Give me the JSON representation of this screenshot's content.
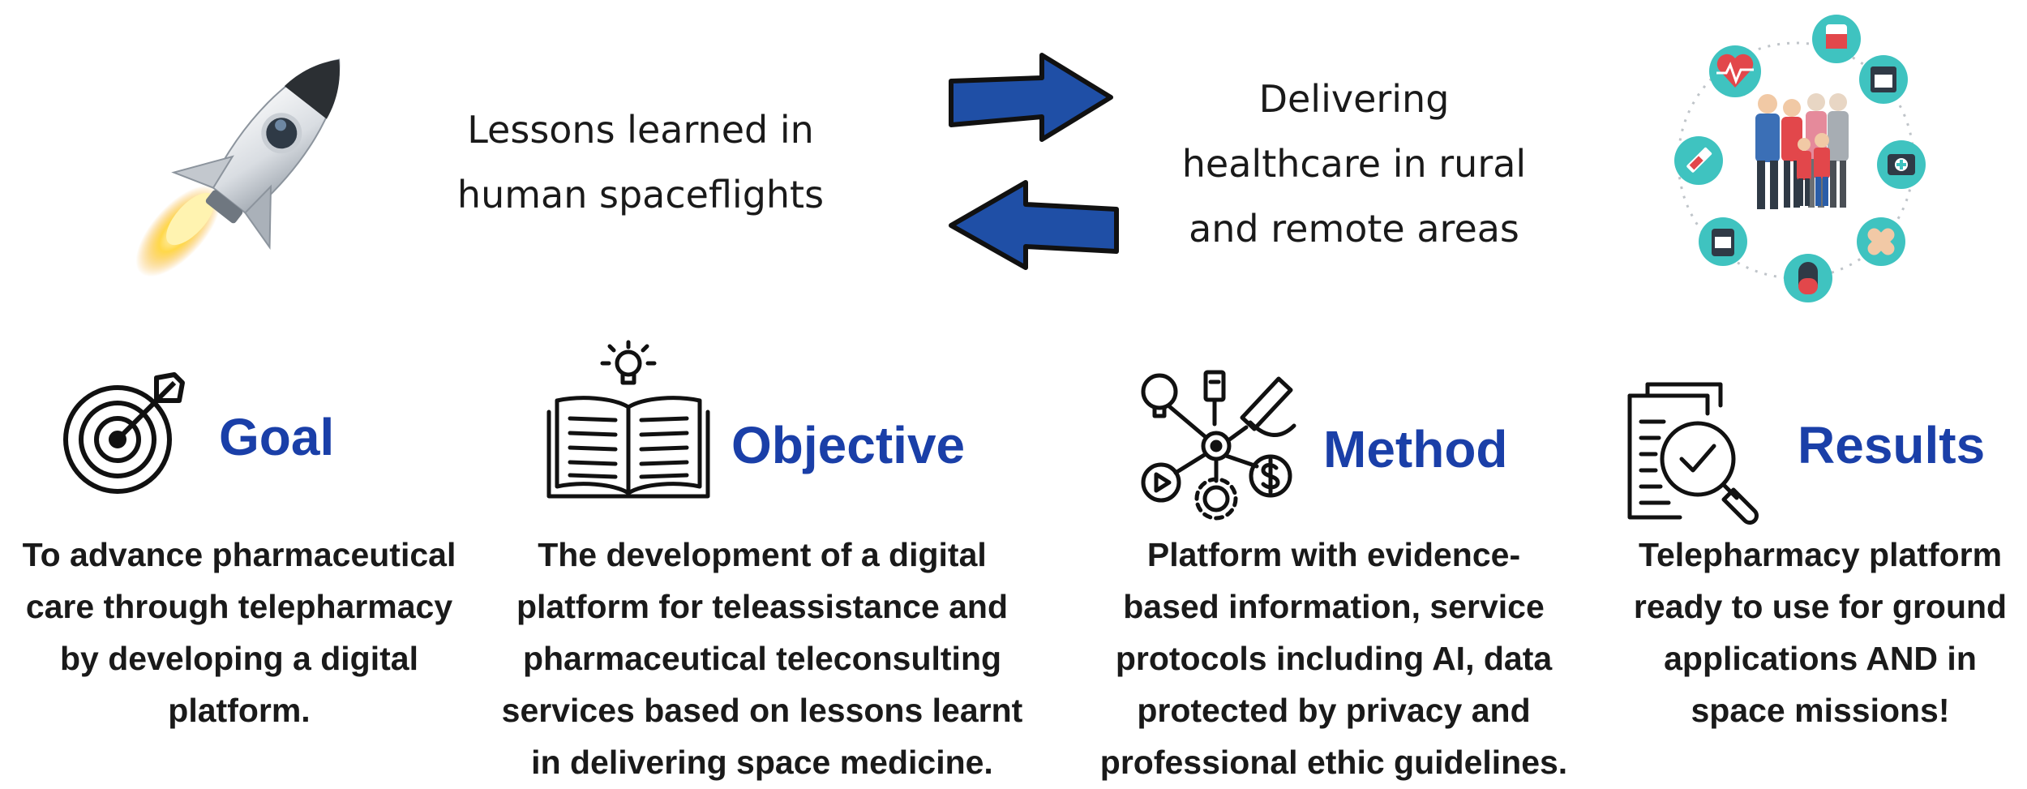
{
  "top": {
    "left_text": [
      "Lessons learned in",
      "human spaceflights"
    ],
    "right_text": [
      "Delivering",
      "healthcare in rural",
      "and remote areas"
    ]
  },
  "colors": {
    "heading": "#1a3fa8",
    "arrow_fill": "#1f4fa6",
    "teal_circle": "#3fc3c0",
    "flame": "#f5b531"
  },
  "sections": [
    {
      "icon": "target-icon",
      "heading": "Goal",
      "lines": [
        "To advance pharmaceutical",
        "care through telepharmacy",
        "by developing a digital",
        "platform."
      ]
    },
    {
      "icon": "open-book-lightbulb-icon",
      "heading": "Objective",
      "lines": [
        "The development of a digital",
        "platform for teleassistance and",
        "pharmaceutical teleconsulting",
        "services based on lessons learnt",
        "in delivering space medicine."
      ]
    },
    {
      "icon": "method-network-icon",
      "heading": "Method",
      "lines": [
        "Platform with evidence-",
        "based information, service",
        "protocols including AI, data",
        "protected by privacy and",
        "professional ethic guidelines."
      ]
    },
    {
      "icon": "document-magnifier-check-icon",
      "heading": "Results",
      "lines": [
        "Telepharmacy platform",
        "ready to use for ground",
        "applications AND in",
        "space missions!"
      ]
    }
  ]
}
